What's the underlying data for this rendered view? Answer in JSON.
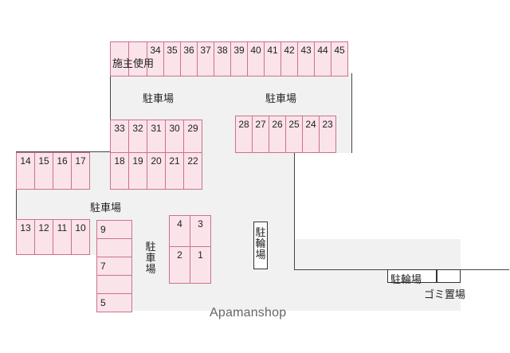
{
  "labels": {
    "reserved": "施主使用",
    "parking_1": "駐車場",
    "parking_2": "駐車場",
    "parking_3": "駐車場",
    "parking_vertical": "駐車場",
    "bicycle_vertical": "駐輪場",
    "bicycle_2": "駐輪場",
    "garbage": "ゴミ置場"
  },
  "stalls": {
    "row_34_45": [
      "34",
      "35",
      "36",
      "37",
      "38",
      "39",
      "40",
      "41",
      "42",
      "43",
      "44",
      "45"
    ],
    "row_33_29": [
      "33",
      "32",
      "31",
      "30",
      "29"
    ],
    "row_18_22": [
      "18",
      "19",
      "20",
      "21",
      "22"
    ],
    "row_28_23": [
      "28",
      "27",
      "26",
      "25",
      "24",
      "23"
    ],
    "row_14_17": [
      "14",
      "15",
      "16",
      "17"
    ],
    "row_13_10": [
      "13",
      "12",
      "11",
      "10"
    ],
    "col_9_5": [
      "9",
      "",
      "7",
      "",
      "5"
    ],
    "block_top": [
      "4",
      "3"
    ],
    "block_bottom": [
      "2",
      "1"
    ]
  },
  "watermark": "Apamanshop"
}
